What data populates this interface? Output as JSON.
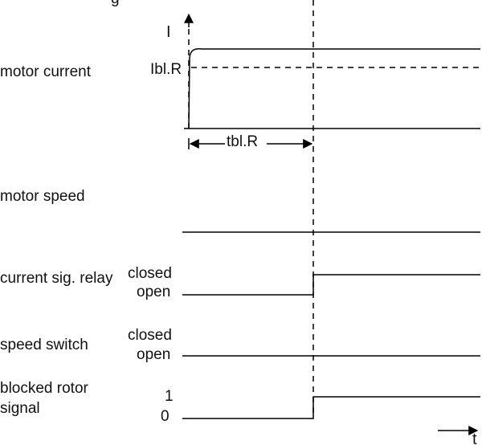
{
  "labels": {
    "top_label": "g",
    "axis_I": "I",
    "axis_t": "t",
    "motor_current": "motor current",
    "motor_speed": "motor speed",
    "current_relay": "current sig. relay",
    "speed_switch": "speed switch",
    "blocked_rotor_line1": "blocked rotor",
    "blocked_rotor_line2": "signal"
  },
  "current_plot": {
    "threshold_label": "Ibl.R",
    "time_label": "tbl.R"
  },
  "relay_states": {
    "closed": "closed",
    "open": "open"
  },
  "speed_states": {
    "closed": "closed",
    "open": "open"
  },
  "signal_states": {
    "high": "1",
    "low": "0"
  }
}
